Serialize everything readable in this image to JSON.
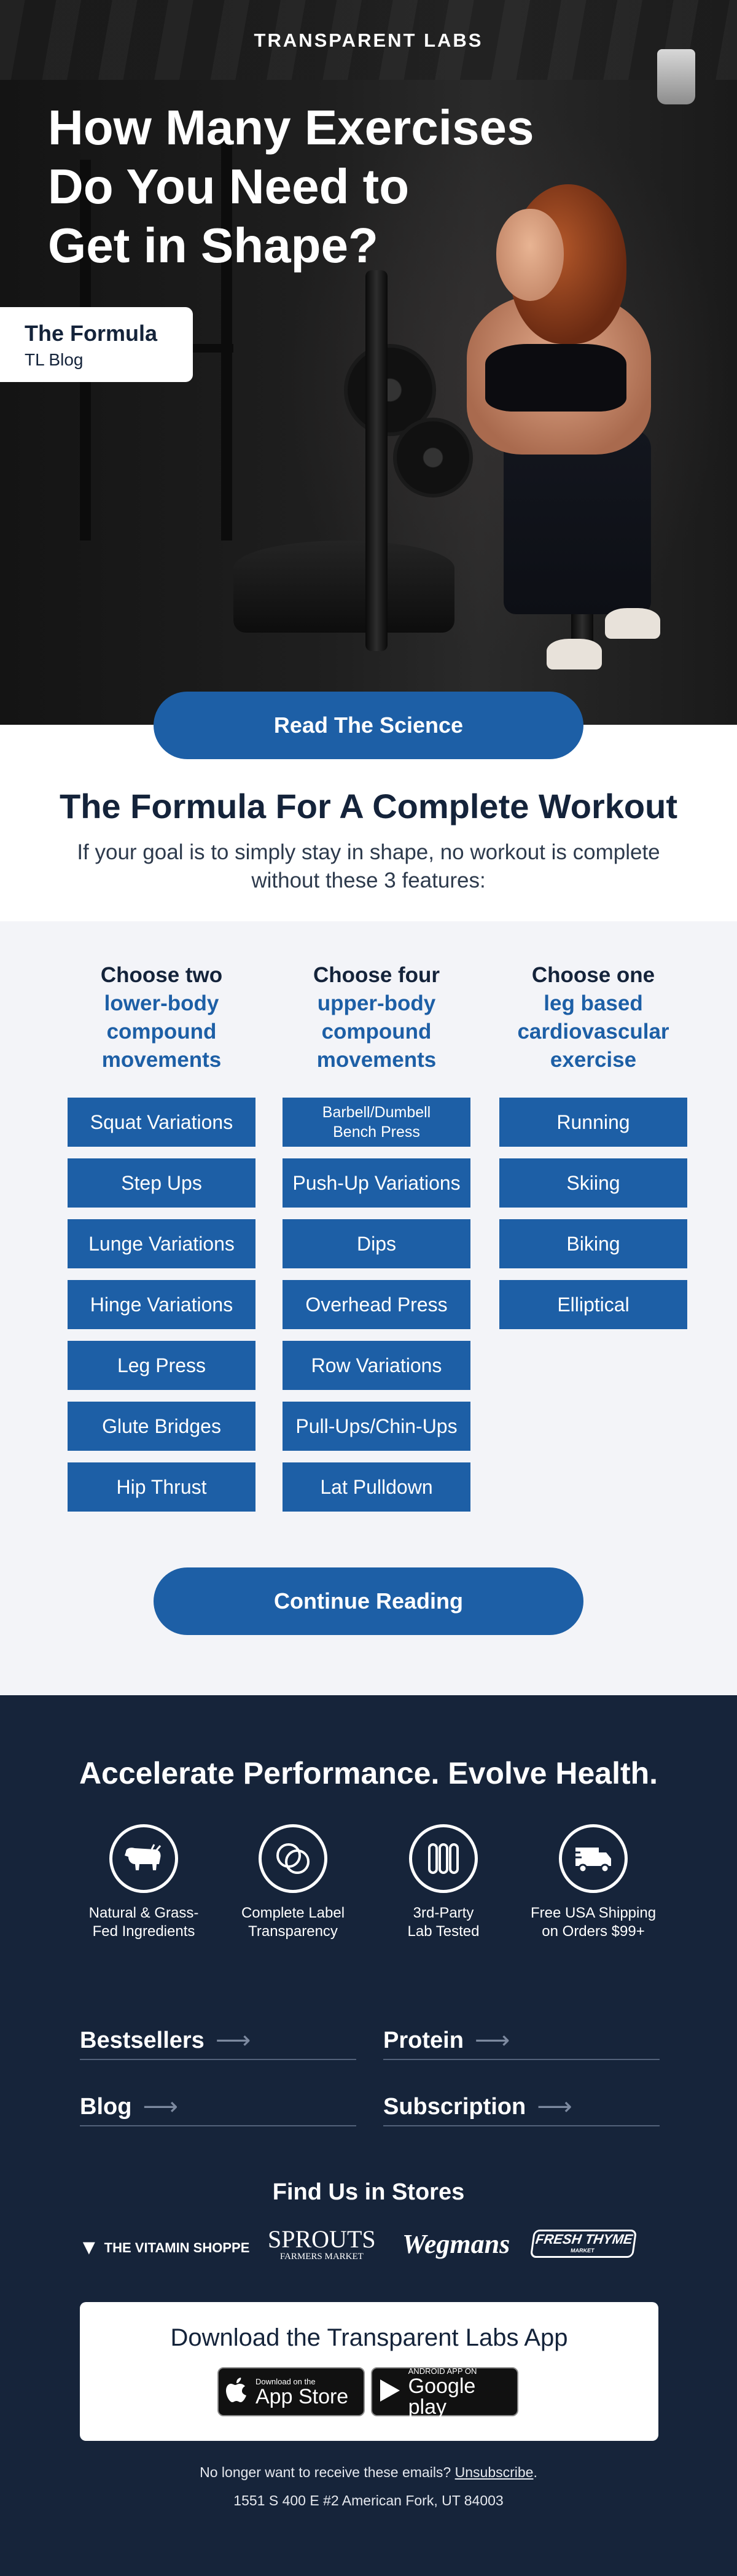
{
  "brand": "TRANSPARENT LABS",
  "hero": {
    "title_lines": [
      "How Many Exercises",
      "Do You Need to",
      "Get in Shape?"
    ],
    "tag_title": "The Formula",
    "tag_sub": "TL Blog",
    "cta": "Read The Science"
  },
  "intro": {
    "title": "The Formula For A Complete Workout",
    "subtitle": "If your goal is to simply stay in shape, no workout is complete without these 3 features:"
  },
  "columns": [
    {
      "head": "Choose two",
      "blue": [
        "lower-body",
        "compound",
        "movements"
      ],
      "items": [
        "Squat Variations",
        "Step Ups",
        "Lunge Variations",
        "Hinge Variations",
        "Leg Press",
        "Glute Bridges",
        "Hip Thrust"
      ]
    },
    {
      "head": "Choose four",
      "blue": [
        "upper-body",
        "compound",
        "movements"
      ],
      "items": [
        "Barbell/Dumbell Bench Press",
        "Push-Up Variations",
        "Dips",
        "Overhead Press",
        "Row Variations",
        "Pull-Ups/Chin-Ups",
        "Lat Pulldown"
      ]
    },
    {
      "head": "Choose one",
      "blue": [
        "leg based",
        "cardiovascular",
        "exercise"
      ],
      "items": [
        "Running",
        "Skiing",
        "Biking",
        "Elliptical"
      ]
    }
  ],
  "continue_cta": "Continue Reading",
  "footer": {
    "title": "Accelerate Performance. Evolve Health.",
    "features": [
      {
        "icon": "cow-icon",
        "line1": "Natural & Grass-",
        "line2": "Fed Ingredients"
      },
      {
        "icon": "label-circles-icon",
        "line1": "Complete Label",
        "line2": "Transparency"
      },
      {
        "icon": "test-tubes-icon",
        "line1": "3rd-Party",
        "line2": "Lab Tested"
      },
      {
        "icon": "truck-icon",
        "line1": "Free USA Shipping",
        "line2": "on Orders $99+"
      }
    ],
    "links": [
      "Bestsellers",
      "Protein",
      "Blog",
      "Subscription"
    ],
    "stores_title": "Find Us in Stores",
    "stores": [
      "THE VITAMIN SHOPPE",
      "SPROUTS",
      "FARMERS MARKET",
      "Wegmans",
      "FRESH THYME",
      "MARKET"
    ],
    "app_title": "Download the Transparent Labs App",
    "app_store": {
      "small": "Download on the",
      "big": "App Store"
    },
    "google_play": {
      "small": "ANDROID APP ON",
      "big": "Google play"
    },
    "unsub_text": "No longer want to receive these emails?",
    "unsub_link": "Unsubscribe",
    "address": "1551 S 400 E #2 American Fork, UT 84003"
  },
  "colors": {
    "blue": "#1d5fa6",
    "navy": "#16243a",
    "grey_bg": "#f3f4f8"
  }
}
